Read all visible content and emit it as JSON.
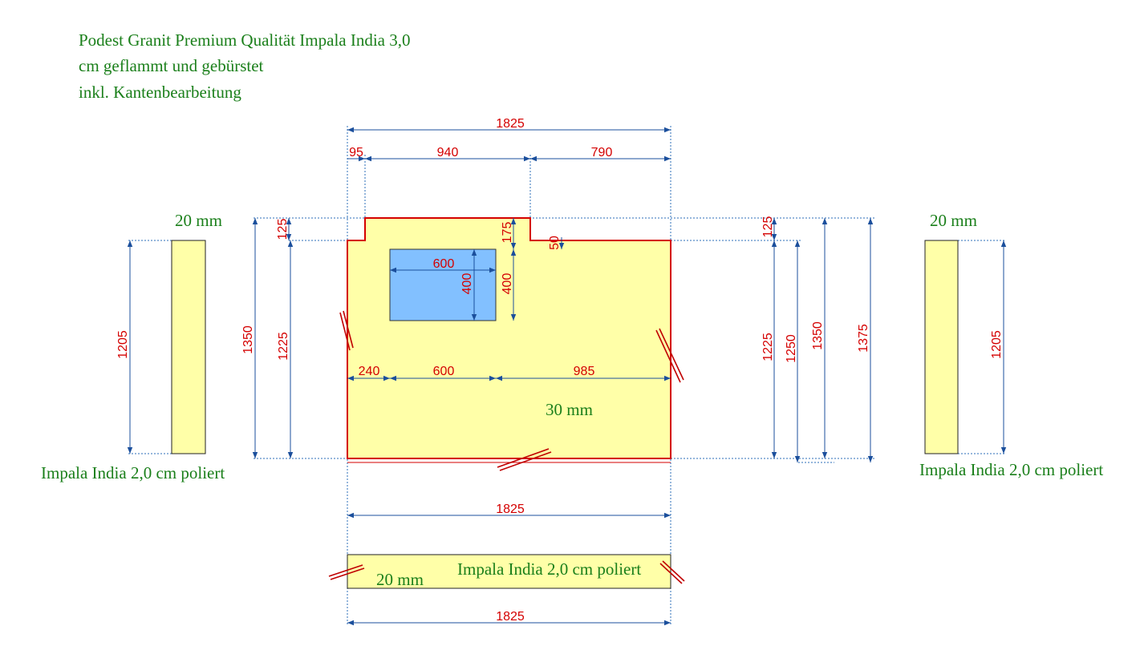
{
  "title": {
    "line1": "Podest Granit Premium Qualität Impala India 3,0",
    "line2": "cm geflammt und gebürstet",
    "line3": "inkl. Kantenbearbeitung"
  },
  "labels": {
    "left_thickness": "20 mm",
    "right_thickness": "20 mm",
    "main_thickness": "30 mm",
    "bottom_thickness": "20 mm",
    "left_material": "Impala India 2,0 cm poliert",
    "right_material": "Impala India 2,0 cm poliert",
    "bottom_material": "Impala India 2,0 cm poliert"
  },
  "dims": {
    "top_total": "1825",
    "top_seg1": "95",
    "top_seg2": "940",
    "top_seg3": "790",
    "cut_left": "240",
    "cut_width": "600",
    "cut_right": "985",
    "cut_inner_width": "600",
    "cut_inner_height": "400",
    "cut_height": "400",
    "notch_step": "175",
    "notch_small": "50",
    "left_step": "125",
    "left_1225": "1225",
    "left_1350": "1350",
    "right_step": "125",
    "right_1225": "1225",
    "right_1250": "1250",
    "right_1350": "1350",
    "right_1375": "1375",
    "side_left_height": "1205",
    "side_right_height": "1205",
    "bottom_total": "1825",
    "strip_total": "1825"
  }
}
